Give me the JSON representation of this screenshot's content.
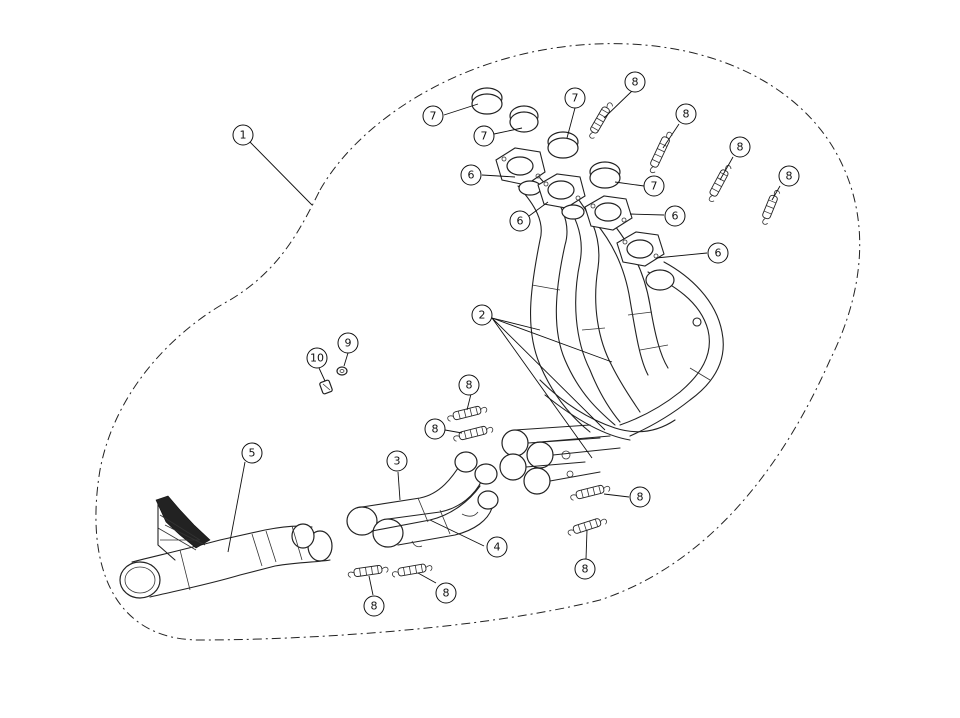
{
  "callouts": [
    {
      "label": "1"
    },
    {
      "label": "2"
    },
    {
      "label": "3"
    },
    {
      "label": "4"
    },
    {
      "label": "5"
    },
    {
      "label": "6"
    },
    {
      "label": "6"
    },
    {
      "label": "6"
    },
    {
      "label": "6"
    },
    {
      "label": "7"
    },
    {
      "label": "7"
    },
    {
      "label": "7"
    },
    {
      "label": "7"
    },
    {
      "label": "8"
    },
    {
      "label": "8"
    },
    {
      "label": "8"
    },
    {
      "label": "8"
    },
    {
      "label": "8"
    },
    {
      "label": "8"
    },
    {
      "label": "8"
    },
    {
      "label": "8"
    },
    {
      "label": "8"
    },
    {
      "label": "8"
    },
    {
      "label": "9"
    },
    {
      "label": "10"
    }
  ]
}
